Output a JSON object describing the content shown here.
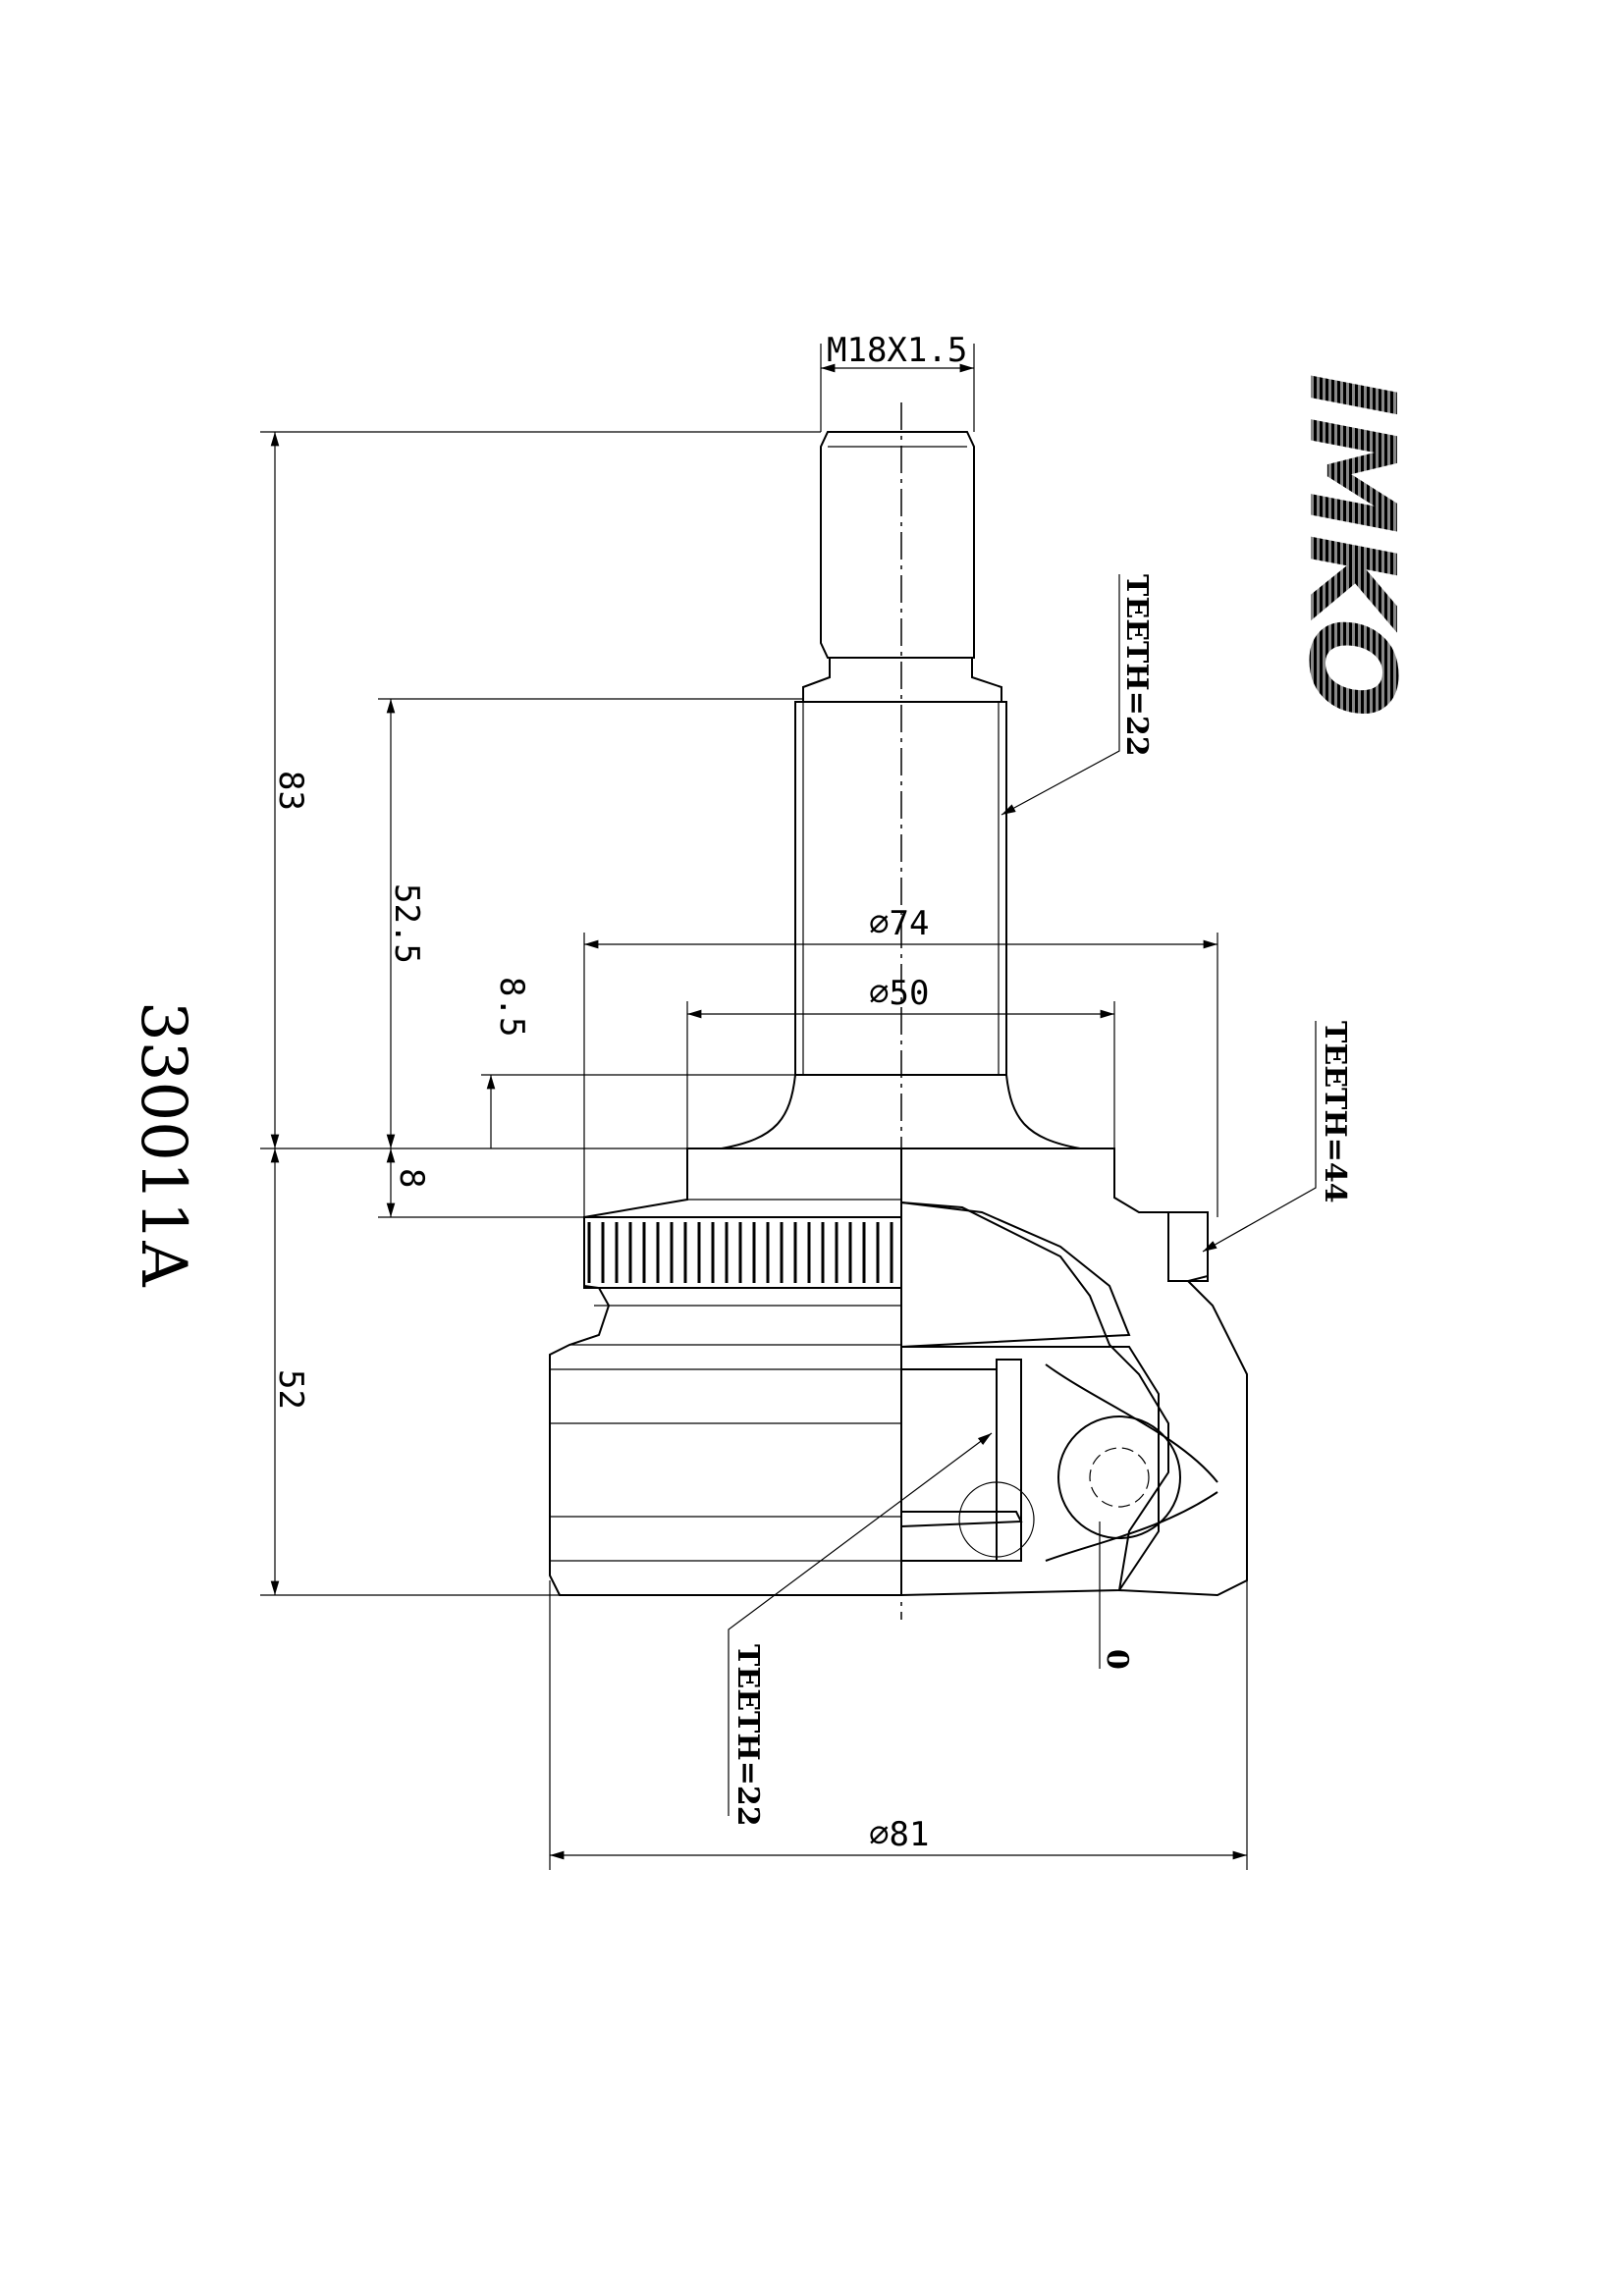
{
  "part_number": "330011A",
  "brand": "IMKO",
  "dimensions": {
    "thread": "M18X1.5",
    "shaft_teeth": "TEETH=22",
    "dia_74": "⌀74",
    "dia_50": "⌀50",
    "ring_teeth": "TEETH=44",
    "total_length": "83",
    "shaft_length": "52.5",
    "len_8_5": "8.5",
    "len_8": "8",
    "body_length": "52",
    "inner_teeth": "TEETH=22",
    "angle": "0",
    "dia_81": "⌀81"
  }
}
